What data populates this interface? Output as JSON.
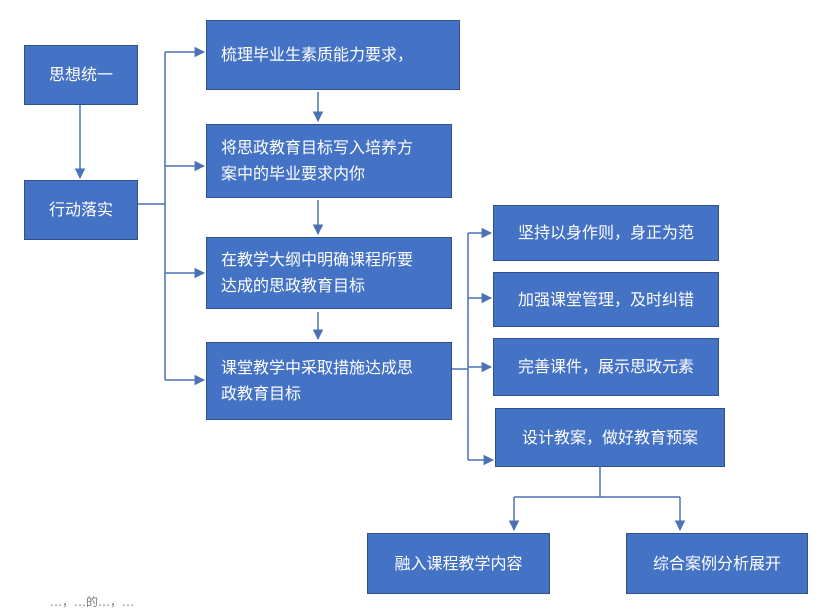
{
  "colors": {
    "box_fill": "#4472c4",
    "box_border": "#2f528f",
    "connector": "#4a72b5",
    "text": "#ffffff"
  },
  "nodes": {
    "sixiang": "思想统一",
    "xingdong": "行动落实",
    "shuli": "梳理毕业生素质能力要求，",
    "jiang": [
      "将思政教育目标写入培养方",
      "案中的毕业要求内你"
    ],
    "jiaoxue": [
      "在教学大纲中明确课程所要",
      "达成的思政教育目标"
    ],
    "ketang": [
      "课堂教学中采取措施达成思",
      "政教育目标"
    ],
    "jianchi": "坚持以身作则，身正为范",
    "jiaqiang": "加强课堂管理，及时纠错",
    "wanshan": "完善课件，展示思政元素",
    "sheji": "设计教案，做好教育预案",
    "rongru": "融入课程教学内容",
    "zonghe": "综合案例分析展开"
  },
  "caption": "…，…的…，…"
}
